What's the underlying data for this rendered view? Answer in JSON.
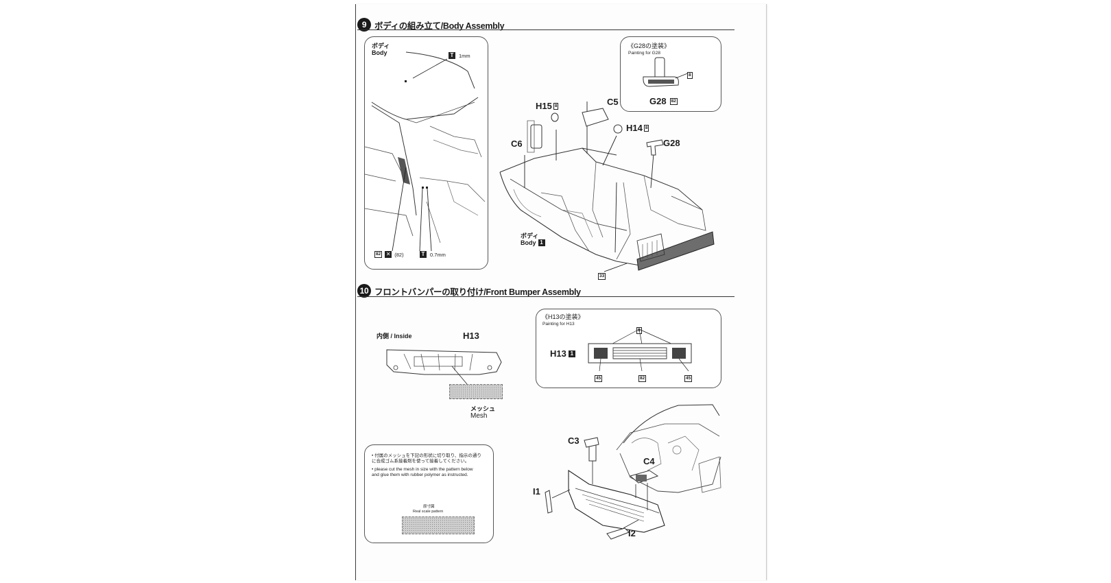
{
  "step9": {
    "number": "9",
    "title": "ボディの組み立て/Body Assembly",
    "inset": {
      "label_jp": "ボディ",
      "label_en": "Body",
      "size_1": "1mm",
      "size_2": "0.7mm",
      "paint_code": "82",
      "paint_code_paren": "(82)"
    },
    "paint_inset": {
      "title_jp": "《G28の塗装》",
      "title_en": "Painting for G28",
      "code_badge": "8",
      "part_name": "G28",
      "part_code": "82"
    },
    "parts": {
      "h15": "H15",
      "h15_code": "8",
      "c5": "C5",
      "h14": "H14",
      "h14_code": "8",
      "c6": "C6",
      "g28": "G28",
      "body_jp": "ボディ",
      "body_en": "Body",
      "body_code": "1",
      "bottom_code": "33"
    }
  },
  "step10": {
    "number": "10",
    "title": "フロントバンパーの取り付け/Front Bumper Assembly",
    "inside_label": "内側 / Inside",
    "h13_label": "H13",
    "mesh_jp": "メッシュ",
    "mesh_en": "Mesh",
    "paint_inset": {
      "title_jp": "《H13の塗装》",
      "title_en": "Painting for H13",
      "code_top": "8",
      "part_name": "H13",
      "part_code": "1",
      "code_left": "45",
      "code_mid": "82",
      "code_right": "45"
    },
    "note": {
      "bullet1": "付属のメッシュを下記の形状に切り取り、指示の通りに合成ゴム系接着剤を使って接着してください。",
      "bullet2": "please cut the mesh in size with the pattern below and glue them with rubber polymer as instructed.",
      "scale_jp": "原寸図",
      "scale_en": "Real scale pattern"
    },
    "parts": {
      "c3": "C3",
      "c4": "C4",
      "i1": "I1",
      "i2": "I2"
    }
  }
}
